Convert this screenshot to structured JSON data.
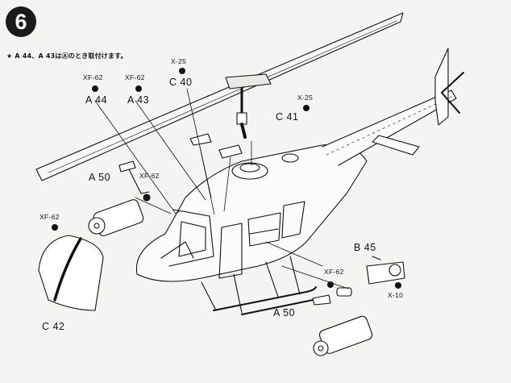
{
  "step": {
    "number": "6"
  },
  "note": "★ A 44、A 43はⒶのとき取付けます。",
  "labels": {
    "A44": "A 44",
    "A43": "A 43",
    "C40": "C 40",
    "C41": "C 41",
    "C42": "C 42",
    "A50_left": "A 50",
    "A50_right": "A 50",
    "B45": "B 45",
    "XF62_a": "XF-62",
    "XF62_b": "XF-62",
    "XF62_c": "XF-62",
    "XF62_d": "XF-62",
    "XF62_e": "XF-62",
    "X25_a": "X-25",
    "X25_b": "X-25",
    "X10": "X-10"
  },
  "colors": {
    "ink": "#111111",
    "paper": "#f4f4f2",
    "badge": "#1a1a1a"
  }
}
